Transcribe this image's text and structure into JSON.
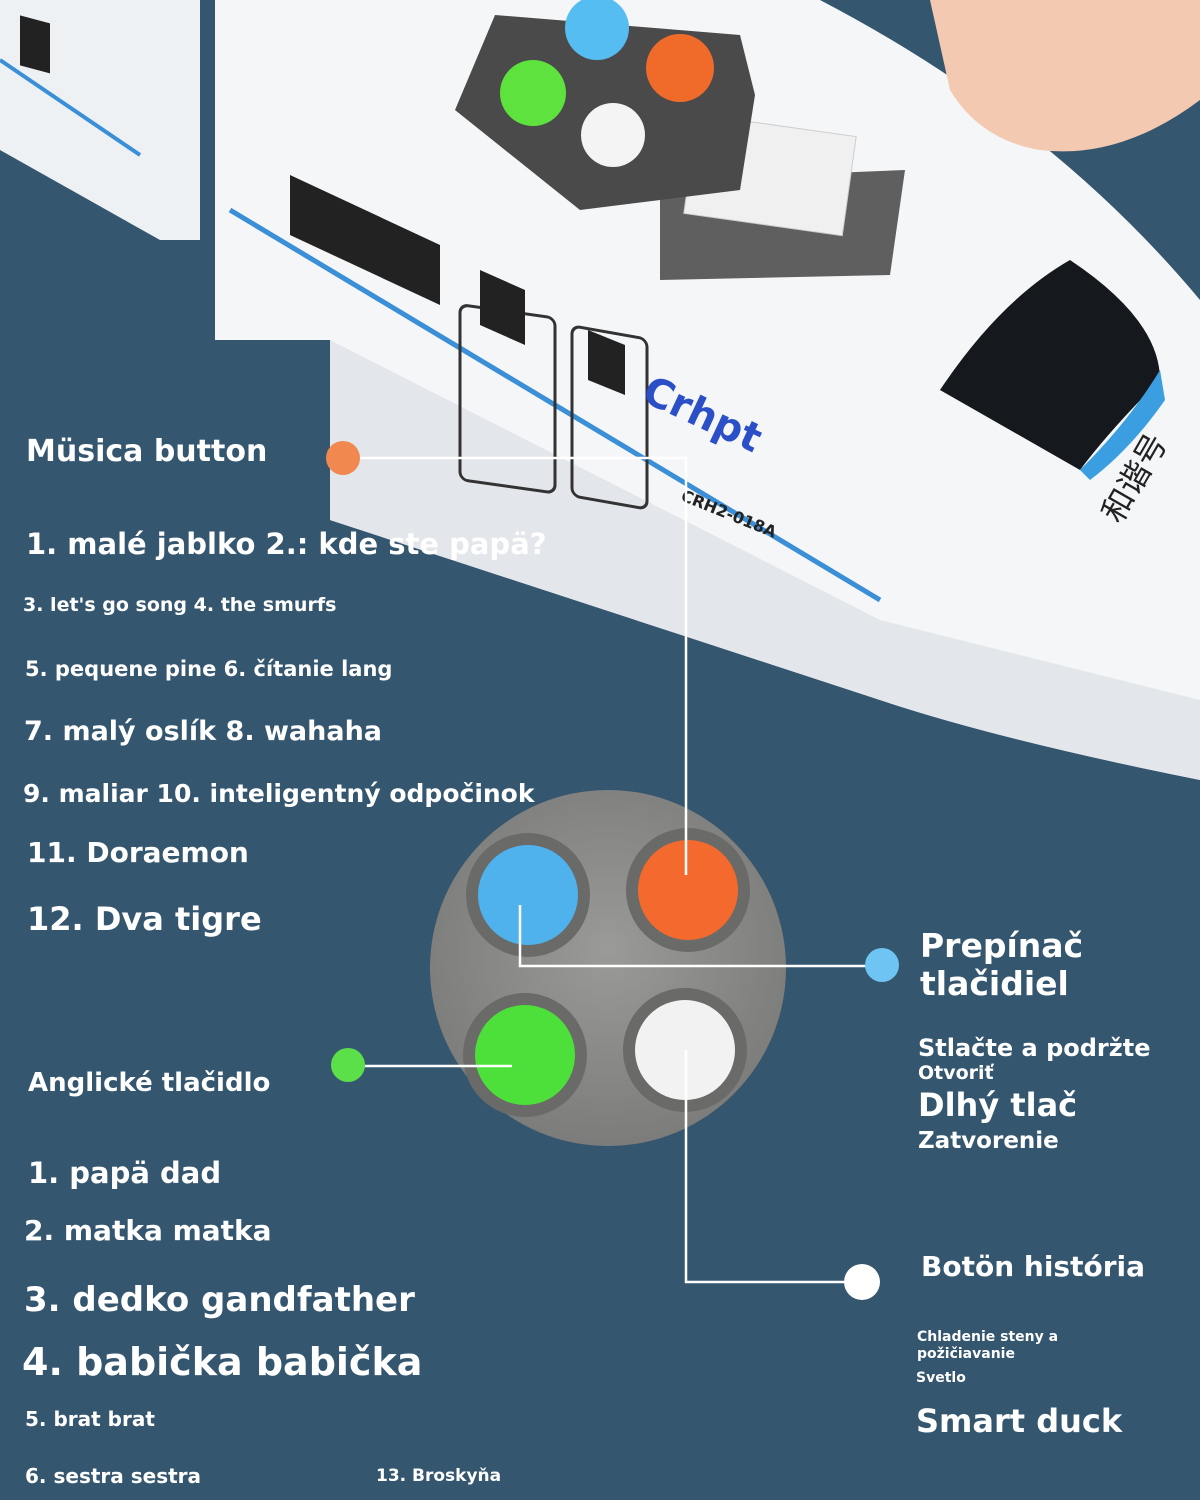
{
  "colors": {
    "background": "#35566f",
    "orange": "#f0884f",
    "blue": "#6ec4f2",
    "green": "#5ce04a",
    "white": "#ffffff"
  },
  "train": {
    "brand": "Crhpt",
    "model": "CRH2-018A",
    "chinese": "和谐号"
  },
  "music": {
    "title": "Müsica button",
    "items": [
      "1. malé jablko 2.: kde ste papä?",
      "3. let's go song 4. the smurfs",
      "5. pequene pine 6. čítanie lang",
      "7. malý oslík 8. wahaha",
      "9. maliar 10. inteligentný odpočinok",
      "11. Doraemon",
      "12. Dva tigre"
    ]
  },
  "english": {
    "title": "Anglické tlačidlo",
    "items": [
      "1. papä dad",
      "2. matka matka",
      "3. dedko gandfather",
      "4. babička babička",
      "5. brat brat",
      "6. sestra sestra",
      "13. Broskyňa"
    ]
  },
  "switch": {
    "title_line1": "Prepínač",
    "title_line2": "tlačidiel",
    "line1": "Stlačte a podržte",
    "line2": "Otvoriť",
    "line3": "Dlhý tlač",
    "line4": "Zatvorenie"
  },
  "story": {
    "title": "Botön história",
    "line1": "Chladenie steny a",
    "line2": "požičiavanie",
    "line3": "Svetlo",
    "line4": "Smart duck"
  }
}
